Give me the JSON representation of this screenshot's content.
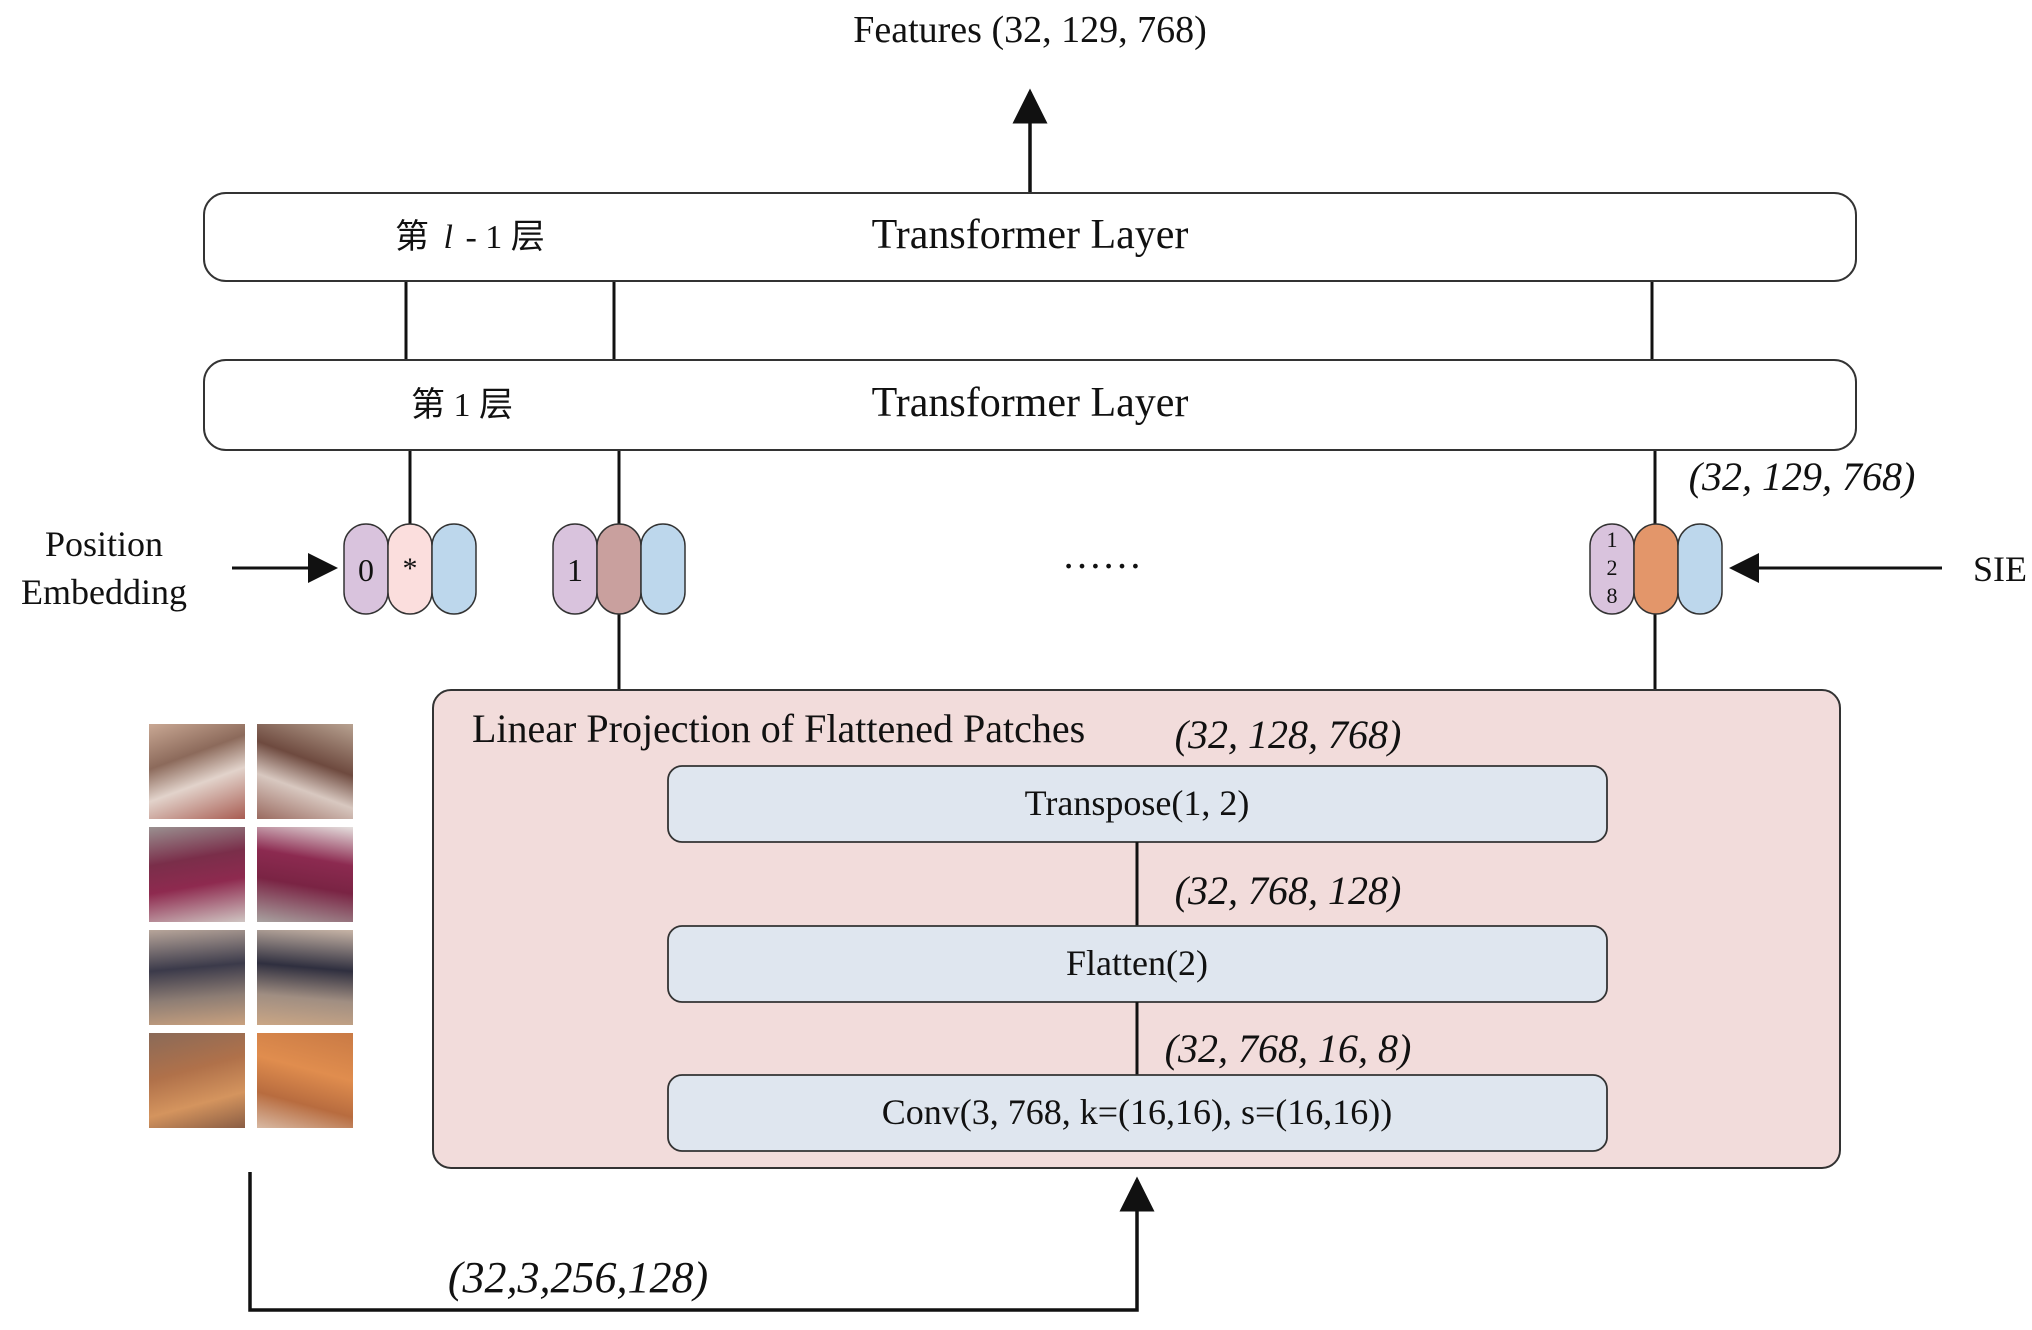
{
  "output": {
    "label": "Features (32, 129, 768)"
  },
  "layers": {
    "top": {
      "name": "Transformer Layer",
      "index_prefix": "第",
      "index_var": "l",
      "index_suffix": "- 1 层"
    },
    "bottom": {
      "name": "Transformer Layer",
      "index_label": "第 1 层"
    }
  },
  "embeddings": {
    "position_label_line1": "Position",
    "position_label_line2": "Embedding",
    "sie_label": "SIE",
    "ellipsis": "……",
    "shape_label": "(32, 129, 768)",
    "tokens": [
      {
        "pos": "0",
        "content": "*",
        "colors": [
          "#d9c3dd",
          "#fbdedd",
          "#bdd7ec"
        ]
      },
      {
        "pos": "1",
        "content": "",
        "colors": [
          "#d9c3dd",
          "#c9a09e",
          "#bdd7ec"
        ]
      },
      {
        "pos_lines": [
          "1",
          "2",
          "8"
        ],
        "content": "",
        "colors": [
          "#d9c3dd",
          "#e3966a",
          "#bdd7ec"
        ]
      }
    ]
  },
  "projection": {
    "title": "Linear Projection of Flattened Patches",
    "out_shape": "(32, 128, 768)",
    "ops": [
      {
        "label": "Transpose(1, 2)"
      },
      {
        "label": "Flatten(2)"
      },
      {
        "label": "Conv(3, 768, k=(16,16), s=(16,16))"
      }
    ],
    "shape_after_flatten": "(32, 768, 128)",
    "shape_after_conv": "(32, 768, 16, 8)",
    "colors": {
      "panel": "#f2dcdb",
      "op_box": "#dfe6ef"
    }
  },
  "input": {
    "shape_label": "(32,3,256,128)"
  }
}
